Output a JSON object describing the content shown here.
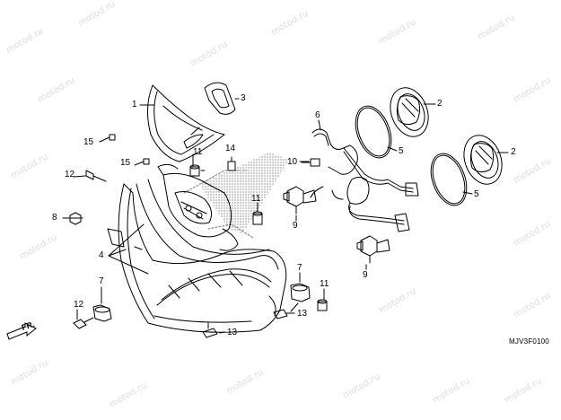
{
  "watermark": "motod.ru",
  "diagram_code": "MJV3F0100",
  "direction_label": "FR.",
  "callouts": [
    {
      "id": "c1",
      "label": "1"
    },
    {
      "id": "c3",
      "label": "3"
    },
    {
      "id": "c15a",
      "label": "15"
    },
    {
      "id": "c15b",
      "label": "15"
    },
    {
      "id": "c11a",
      "label": "11"
    },
    {
      "id": "c14",
      "label": "14"
    },
    {
      "id": "c12a",
      "label": "12"
    },
    {
      "id": "c6",
      "label": "6"
    },
    {
      "id": "c10",
      "label": "10"
    },
    {
      "id": "c2a",
      "label": "2"
    },
    {
      "id": "c5a",
      "label": "5"
    },
    {
      "id": "c2b",
      "label": "2"
    },
    {
      "id": "c5b",
      "label": "5"
    },
    {
      "id": "c8",
      "label": "8"
    },
    {
      "id": "c11b",
      "label": "11"
    },
    {
      "id": "c9a",
      "label": "9"
    },
    {
      "id": "c9b",
      "label": "9"
    },
    {
      "id": "c4",
      "label": "4"
    },
    {
      "id": "c7a",
      "label": "7"
    },
    {
      "id": "c7b",
      "label": "7"
    },
    {
      "id": "c11c",
      "label": "11"
    },
    {
      "id": "c12b",
      "label": "12"
    },
    {
      "id": "c13a",
      "label": "13"
    },
    {
      "id": "c13b",
      "label": "13"
    }
  ]
}
